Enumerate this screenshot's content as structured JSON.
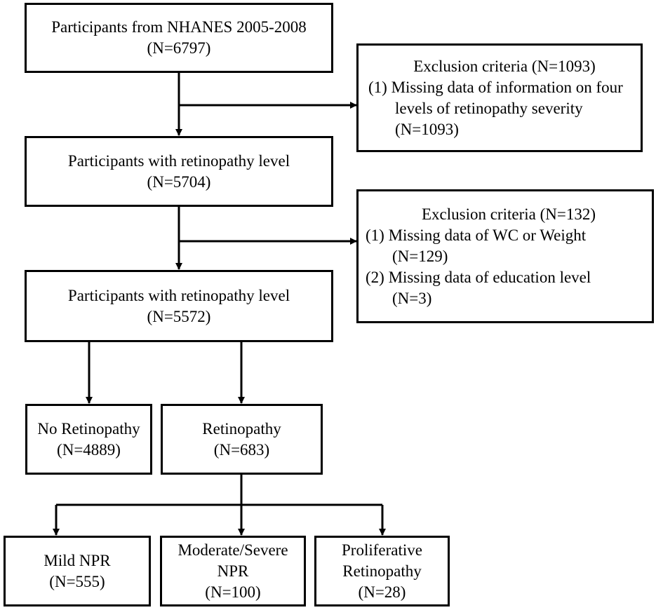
{
  "boxes": {
    "participants_total": {
      "line1": "Participants from NHANES 2005-2008",
      "line2": "(N=6797)"
    },
    "exclusion1": {
      "title": "Exclusion criteria (N=1093)",
      "item1_line1": "(1) Missing data of information on four",
      "item1_line2": "levels of retinopathy severity",
      "item1_line3": "(N=1093)"
    },
    "participants_level1": {
      "line1": "Participants with retinopathy level",
      "line2": "(N=5704)"
    },
    "exclusion2": {
      "title": "Exclusion criteria (N=132)",
      "item1_line1": "(1) Missing data of WC or Weight",
      "item1_line2": "(N=129)",
      "item2_line1": "(2) Missing data of education level",
      "item2_line2": "(N=3)"
    },
    "participants_level2": {
      "line1": "Participants with retinopathy level",
      "line2": "(N=5572)"
    },
    "no_retinopathy": {
      "line1": "No Retinopathy",
      "line2": "(N=4889)"
    },
    "retinopathy": {
      "line1": "Retinopathy",
      "line2": "(N=683)"
    },
    "mild_npr": {
      "line1": "Mild NPR",
      "line2": "(N=555)"
    },
    "moderate_severe_npr": {
      "line1": "Moderate/Severe",
      "line2": "NPR",
      "line3": "(N=100)"
    },
    "proliferative": {
      "line1": "Proliferative",
      "line2": "Retinopathy",
      "line3": "(N=28)"
    }
  }
}
